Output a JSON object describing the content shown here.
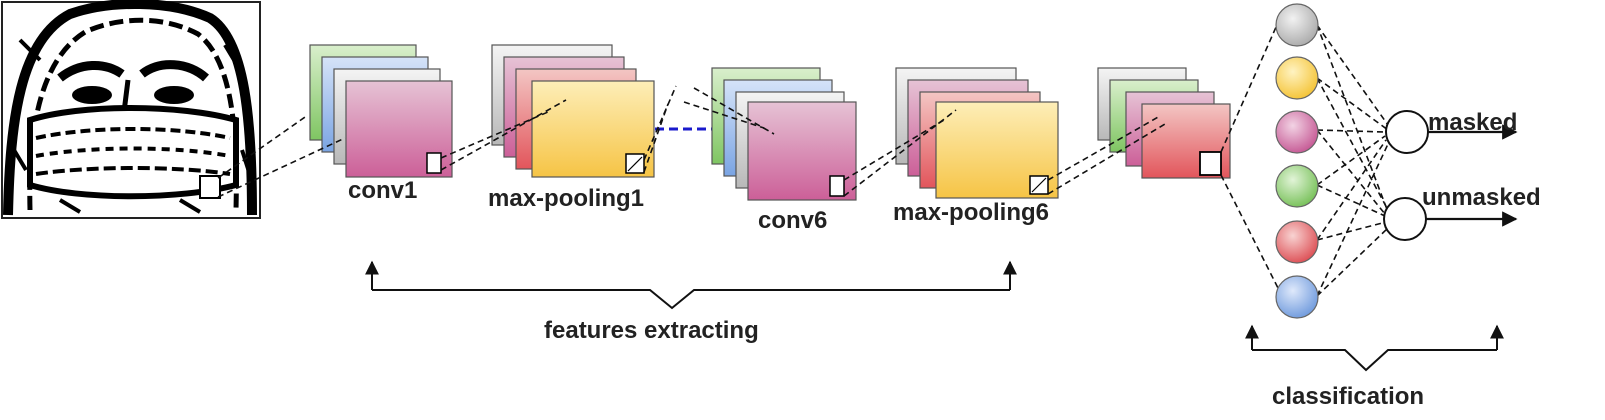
{
  "labels": {
    "conv1": "conv1",
    "max_pooling1": "max-pooling1",
    "conv6": "conv6",
    "max_pooling6": "max-pooling6",
    "masked": "masked",
    "unmasked": "unmasked",
    "features_extracting": "features extracting",
    "classification": "classification"
  },
  "colors": {
    "green": "#93cf7a",
    "blue": "#8fb4ea",
    "gray": "#c9c9c9",
    "pink": "#cc6a9e",
    "red": "#e5676b",
    "yellow": "#f8cf55",
    "link": "#1a1acc"
  },
  "input_image": {
    "description": "binarized face with mask"
  }
}
